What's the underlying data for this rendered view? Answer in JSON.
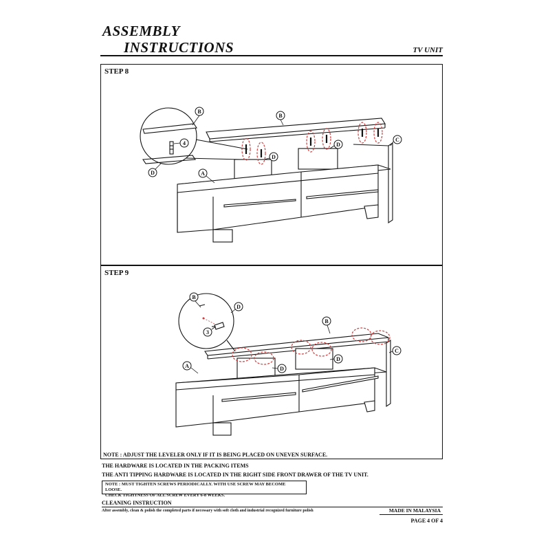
{
  "header": {
    "title_line1": "ASSEMBLY",
    "title_line2": "INSTRUCTIONS",
    "doc_type": "TV UNIT"
  },
  "steps": [
    {
      "label": "STEP 8",
      "callouts": {
        "A": "A",
        "B": "B",
        "C": "C",
        "D": "D",
        "hardware": "4"
      }
    },
    {
      "label": "STEP 9",
      "callouts": {
        "A": "A",
        "B": "B",
        "C": "C",
        "D": "D",
        "hardware": "3"
      }
    }
  ],
  "notes": {
    "leveler": "NOTE : ADJUST THE LEVELER ONLY IF IT IS BEING PLACED ON UNEVEN SURFACE.",
    "hardware_location": "THE HARDWARE IS LOCATED IN THE PACKING ITEMS",
    "anti_tipping": "THE ANTI TIPPING HARDWARE IS LOCATED IN THE RIGHT SIDE FRONT DRAWER OF THE TV UNIT.",
    "box_line1": "NOTE : MUST TIGHTEN SCREWS PERIODICALLY. WITH USE SCREW MAY BECOME LOOSE.",
    "box_line2": "CHECK TIGHTNESS OF ALL SCREW EVERY 6-8 WEEKS."
  },
  "cleaning": {
    "title": "CLEANING INSTRUCTION",
    "text": "After assembly, clean & polish the completed parts if necessary with soft cloth and industrial recognized furniture polish"
  },
  "footer": {
    "made_in": "MADE IN MALAYSIA",
    "page": "PAGE 4 OF 4"
  },
  "colors": {
    "line": "#111111",
    "highlight": "#d43a3a"
  }
}
